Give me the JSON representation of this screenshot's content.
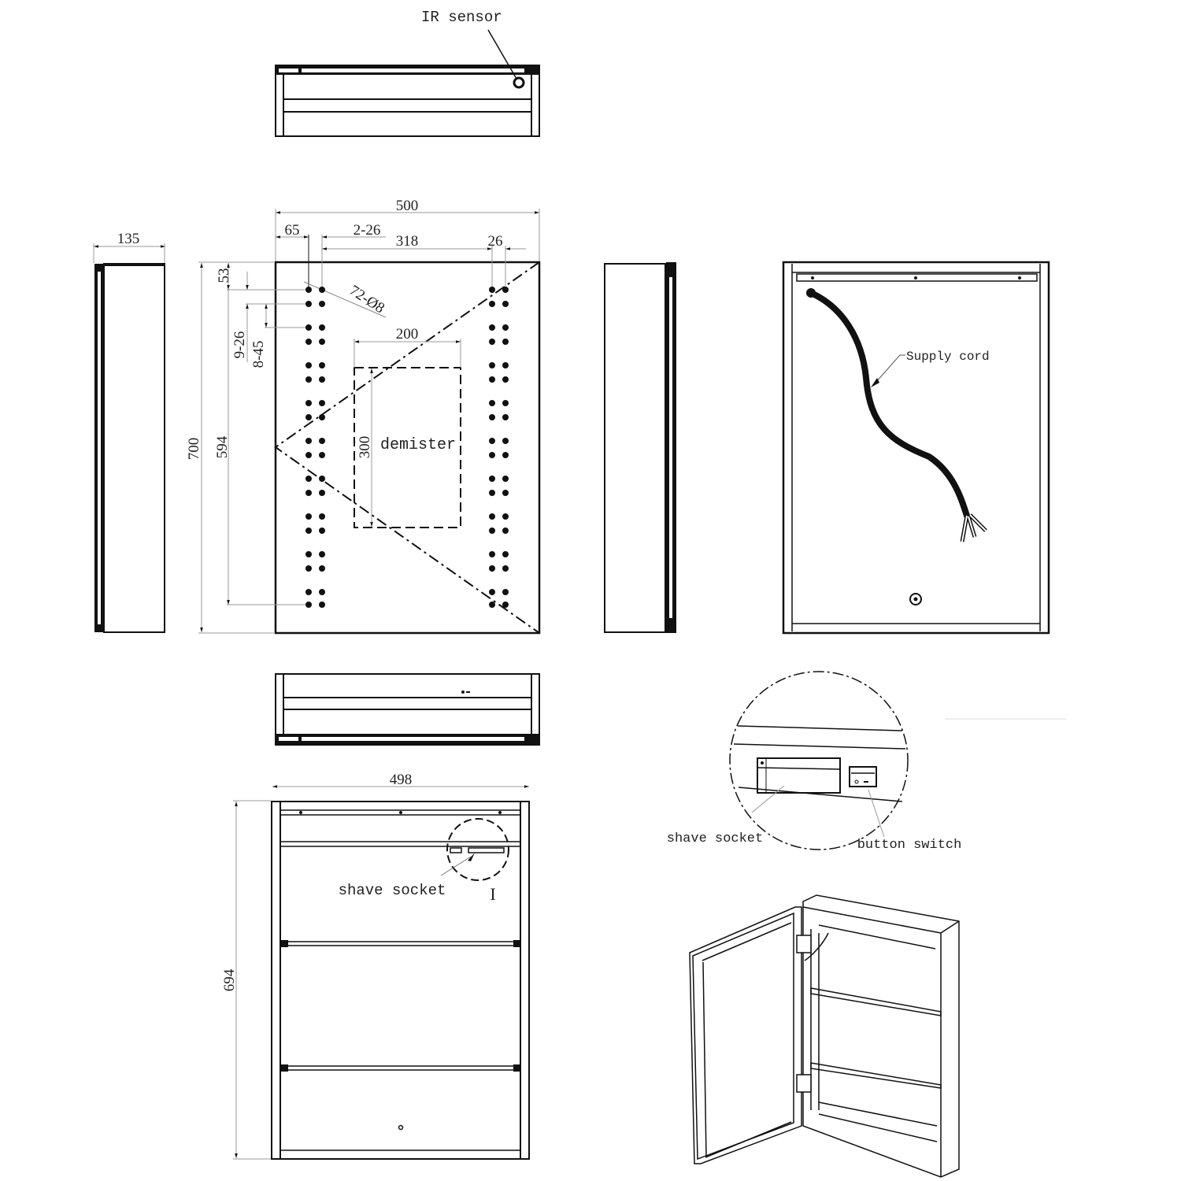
{
  "title": "LED mirror cabinet technical drawing",
  "labels": {
    "ir_sensor": "IR sensor",
    "supply_cord": "Supply cord",
    "demister": "demister",
    "shave_socket_main": "shave socket",
    "shave_socket_detail": "shave socket",
    "button_switch": "button switch",
    "detail_marker": "I"
  },
  "dimensions": {
    "overall_width": "500",
    "left_offset": "65",
    "led_col_width": "2-26",
    "led_col_spacing": "318",
    "right_col_width": "26",
    "depth": "135",
    "overall_height": "700",
    "top_offset": "53",
    "row_pitch_a": "9-26",
    "row_pitch_b": "8-45",
    "led_span_height": "594",
    "led_holes": "72-Ø8",
    "demister_width": "200",
    "demister_height": "300",
    "inner_width": "498",
    "inner_height": "694"
  },
  "colors": {
    "line": "#111111",
    "dim": "#9a9a9a",
    "text": "#222222"
  }
}
